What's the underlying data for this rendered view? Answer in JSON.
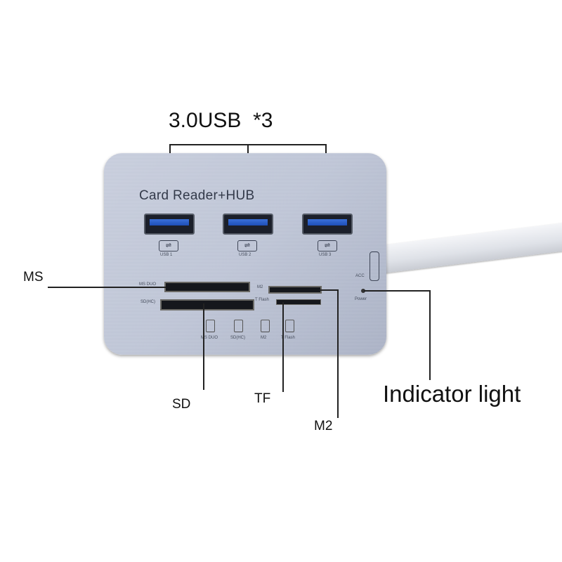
{
  "header": {
    "usb_label": "3.0USB",
    "usb_count": "*3"
  },
  "hub": {
    "title": "Card Reader+HUB",
    "ports": [
      "USB 1",
      "USB 2",
      "USB 3"
    ],
    "slot_labels": {
      "ms": "MS DUO",
      "sd": "SD(HC)",
      "m2": "M2",
      "tf": "T Flash",
      "acc": "ACC",
      "power": "Power"
    },
    "card_icons": [
      "MS DUO",
      "SD(HC)",
      "M2",
      "T Flash"
    ],
    "usb_icon": "usb-icon"
  },
  "callouts": {
    "ms": "MS",
    "sd": "SD",
    "tf": "TF",
    "m2": "M2",
    "indicator": "Indicator light"
  }
}
